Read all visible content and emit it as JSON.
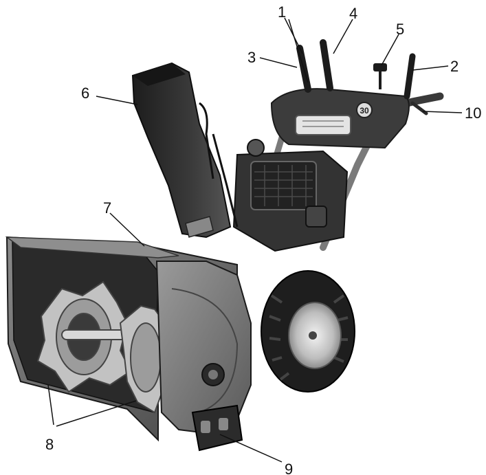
{
  "callouts": [
    {
      "id": "1",
      "label": "1"
    },
    {
      "id": "2",
      "label": "2"
    },
    {
      "id": "3",
      "label": "3"
    },
    {
      "id": "4",
      "label": "4"
    },
    {
      "id": "5",
      "label": "5"
    },
    {
      "id": "6",
      "label": "6"
    },
    {
      "id": "7",
      "label": "7"
    },
    {
      "id": "8",
      "label": "8"
    },
    {
      "id": "9",
      "label": "9"
    },
    {
      "id": "10",
      "label": "10"
    }
  ],
  "machine": {
    "panel_number": "30"
  },
  "colors": {
    "body_dark": "#2a2a2a",
    "body_mid": "#6d6d6d",
    "metal_light": "#bdbdbd",
    "tire": "#1e1e1e",
    "leader_line": "#111111"
  }
}
